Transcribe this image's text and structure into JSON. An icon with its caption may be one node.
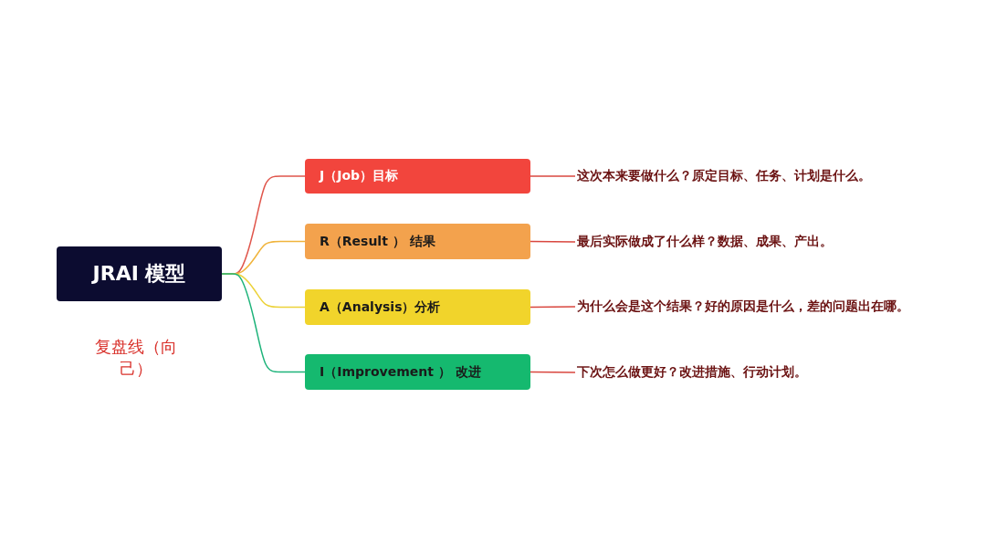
{
  "diagram": {
    "nodes": [
      {
        "text": [
          "JRAI 模型"
        ]
      },
      {
        "text": [
          "J（Job）目标"
        ]
      },
      {
        "text": [
          "R（Result ） 结果"
        ]
      },
      {
        "text": [
          "A（Analysis）分析"
        ]
      },
      {
        "text": [
          "I（Improvement ） 改进"
        ]
      },
      {
        "text": [
          "这次本来要做什么？原定目标、任务、计划是什么。"
        ]
      },
      {
        "text": [
          "最后实际做成了什么样？数据、成果、产出。"
        ]
      },
      {
        "text": [
          "为什么会是这个结果？好的原因是什么，差的问题出在哪。"
        ]
      },
      {
        "text": [
          "下次怎么做更好？改进措施、行动计划。"
        ]
      }
    ],
    "edges": [
      {
        "from": 0,
        "to": 1,
        "arrow": "none",
        "color": "#e0564c"
      },
      {
        "from": 0,
        "to": 2,
        "arrow": "none",
        "color": "#f0b43c"
      },
      {
        "from": 0,
        "to": 3,
        "arrow": "none",
        "color": "#ecd23a"
      },
      {
        "from": 0,
        "to": 4,
        "arrow": "none",
        "color": "#1db37a"
      },
      {
        "from": 1,
        "to": 5,
        "arrow": "none",
        "color": "#d9473f"
      },
      {
        "from": 2,
        "to": 6,
        "arrow": "none",
        "color": "#d9473f"
      },
      {
        "from": 3,
        "to": 7,
        "arrow": "none",
        "color": "#d9473f"
      },
      {
        "from": 4,
        "to": 8,
        "arrow": "none",
        "color": "#d9473f"
      }
    ],
    "labels": [
      "复盘线（向己）"
    ]
  }
}
